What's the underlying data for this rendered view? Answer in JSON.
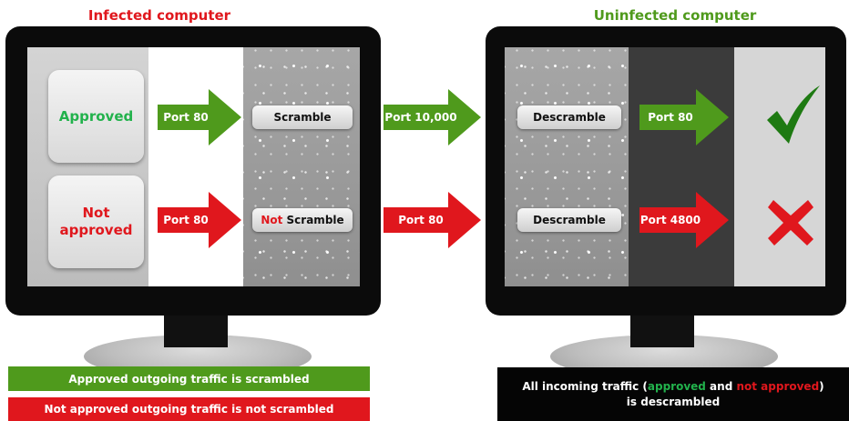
{
  "titles": {
    "left": "Infected computer",
    "right": "Uninfected computer"
  },
  "colors": {
    "green": "#4f9a1c",
    "red": "#e0171d",
    "title_red": "#e0171d",
    "title_green": "#4f9a1c",
    "approved_text": "#22b24c",
    "not_approved_text": "#e0171d",
    "check": "#1e7a12",
    "cross": "#e0171d"
  },
  "left_computer": {
    "approved_label": "Approved",
    "not_approved_label_1": "Not",
    "not_approved_label_2": "approved",
    "arrow_top": "Port 80",
    "arrow_bottom": "Port 80",
    "pill_top": "Scramble",
    "pill_bottom_prefix": "Not",
    "pill_bottom_suffix": " Scramble"
  },
  "middle": {
    "arrow_top": "Port 10,000",
    "arrow_bottom": "Port 80"
  },
  "right_computer": {
    "pill_top": "Descramble",
    "pill_bottom": "Descramble",
    "arrow_top": "Port 80",
    "arrow_bottom": "Port 4800",
    "result_top_icon": "check-icon",
    "result_bottom_icon": "cross-icon"
  },
  "captions": {
    "left_green": "Approved outgoing traffic is scrambled",
    "left_red": "Not approved outgoing traffic is not scrambled",
    "right_part1": "All incoming traffic (",
    "right_approved": "approved",
    "right_and": " and ",
    "right_not_approved": "not approved",
    "right_part2": ")",
    "right_line2": "is descrambled"
  }
}
